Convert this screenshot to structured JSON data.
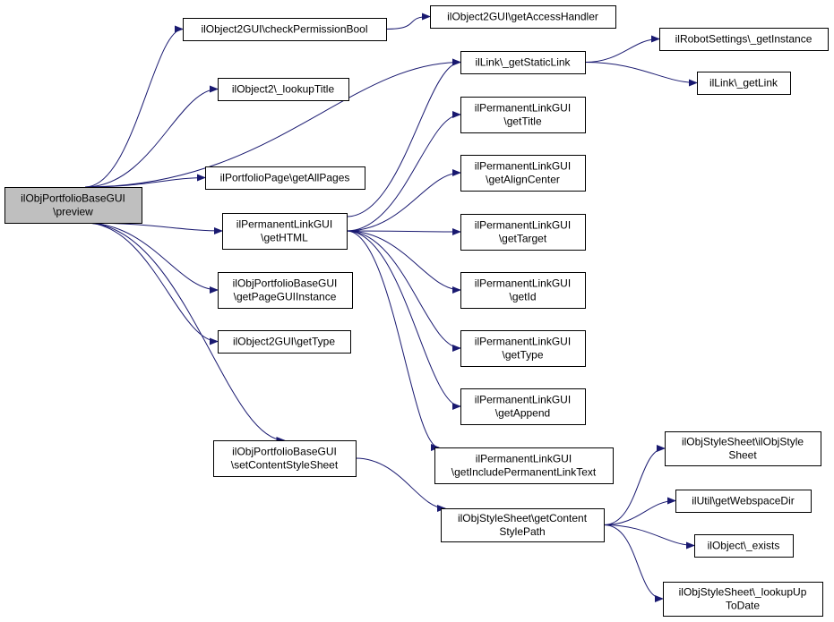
{
  "colors": {
    "edge": "#191970",
    "node_border": "#000000",
    "node_fill": "#ffffff",
    "root_fill": "#bfbfbf"
  },
  "nodes": [
    {
      "id": "preview",
      "lines": [
        "ilObjPortfolioBaseGUI",
        "\\preview"
      ],
      "root": true
    },
    {
      "id": "checkPermissionBool",
      "lines": [
        "ilObject2GUI\\checkPermissionBool"
      ]
    },
    {
      "id": "getAccessHandler",
      "lines": [
        "ilObject2GUI\\getAccessHandler"
      ]
    },
    {
      "id": "lookupTitle",
      "lines": [
        "ilObject2\\_lookupTitle"
      ]
    },
    {
      "id": "getStaticLink",
      "lines": [
        "ilLink\\_getStaticLink"
      ]
    },
    {
      "id": "robotGetInstance",
      "lines": [
        "ilRobotSettings\\_getInstance"
      ]
    },
    {
      "id": "getLink",
      "lines": [
        "ilLink\\_getLink"
      ]
    },
    {
      "id": "getTitle",
      "lines": [
        "ilPermanentLinkGUI",
        "\\getTitle"
      ]
    },
    {
      "id": "getAllPages",
      "lines": [
        "ilPortfolioPage\\getAllPages"
      ]
    },
    {
      "id": "getAlignCenter",
      "lines": [
        "ilPermanentLinkGUI",
        "\\getAlignCenter"
      ]
    },
    {
      "id": "getHTML",
      "lines": [
        "ilPermanentLinkGUI",
        "\\getHTML"
      ]
    },
    {
      "id": "getTarget",
      "lines": [
        "ilPermanentLinkGUI",
        "\\getTarget"
      ]
    },
    {
      "id": "getPageGUIInstance",
      "lines": [
        "ilObjPortfolioBaseGUI",
        "\\getPageGUIInstance"
      ]
    },
    {
      "id": "getId",
      "lines": [
        "ilPermanentLinkGUI",
        "\\getId"
      ]
    },
    {
      "id": "getTypeObj",
      "lines": [
        "ilObject2GUI\\getType"
      ]
    },
    {
      "id": "getTypeLink",
      "lines": [
        "ilPermanentLinkGUI",
        "\\getType"
      ]
    },
    {
      "id": "getAppend",
      "lines": [
        "ilPermanentLinkGUI",
        "\\getAppend"
      ]
    },
    {
      "id": "setContentStyleSheet",
      "lines": [
        "ilObjPortfolioBaseGUI",
        "\\setContentStyleSheet"
      ]
    },
    {
      "id": "getIncludePermanentLinkText",
      "lines": [
        "ilPermanentLinkGUI",
        "\\getIncludePermanentLinkText"
      ]
    },
    {
      "id": "styleCtor",
      "lines": [
        "ilObjStyleSheet\\ilObjStyle",
        "Sheet"
      ]
    },
    {
      "id": "getContentStylePath",
      "lines": [
        "ilObjStyleSheet\\getContent",
        "StylePath"
      ]
    },
    {
      "id": "getWebspaceDir",
      "lines": [
        "ilUtil\\getWebspaceDir"
      ]
    },
    {
      "id": "objExists",
      "lines": [
        "ilObject\\_exists"
      ]
    },
    {
      "id": "lookupUpToDate",
      "lines": [
        "ilObjStyleSheet\\_lookupUp",
        "ToDate"
      ]
    }
  ],
  "edges": [
    [
      "preview",
      "checkPermissionBool"
    ],
    [
      "preview",
      "lookupTitle"
    ],
    [
      "preview",
      "getStaticLink"
    ],
    [
      "preview",
      "getAllPages"
    ],
    [
      "preview",
      "getHTML"
    ],
    [
      "preview",
      "getPageGUIInstance"
    ],
    [
      "preview",
      "getTypeObj"
    ],
    [
      "preview",
      "setContentStyleSheet"
    ],
    [
      "checkPermissionBool",
      "getAccessHandler"
    ],
    [
      "getStaticLink",
      "robotGetInstance"
    ],
    [
      "getStaticLink",
      "getLink"
    ],
    [
      "getHTML",
      "getStaticLink"
    ],
    [
      "getHTML",
      "getTitle"
    ],
    [
      "getHTML",
      "getAlignCenter"
    ],
    [
      "getHTML",
      "getTarget"
    ],
    [
      "getHTML",
      "getId"
    ],
    [
      "getHTML",
      "getTypeLink"
    ],
    [
      "getHTML",
      "getAppend"
    ],
    [
      "getHTML",
      "getIncludePermanentLinkText"
    ],
    [
      "setContentStyleSheet",
      "getContentStylePath"
    ],
    [
      "getContentStylePath",
      "styleCtor"
    ],
    [
      "getContentStylePath",
      "getWebspaceDir"
    ],
    [
      "getContentStylePath",
      "objExists"
    ],
    [
      "getContentStylePath",
      "lookupUpToDate"
    ]
  ]
}
